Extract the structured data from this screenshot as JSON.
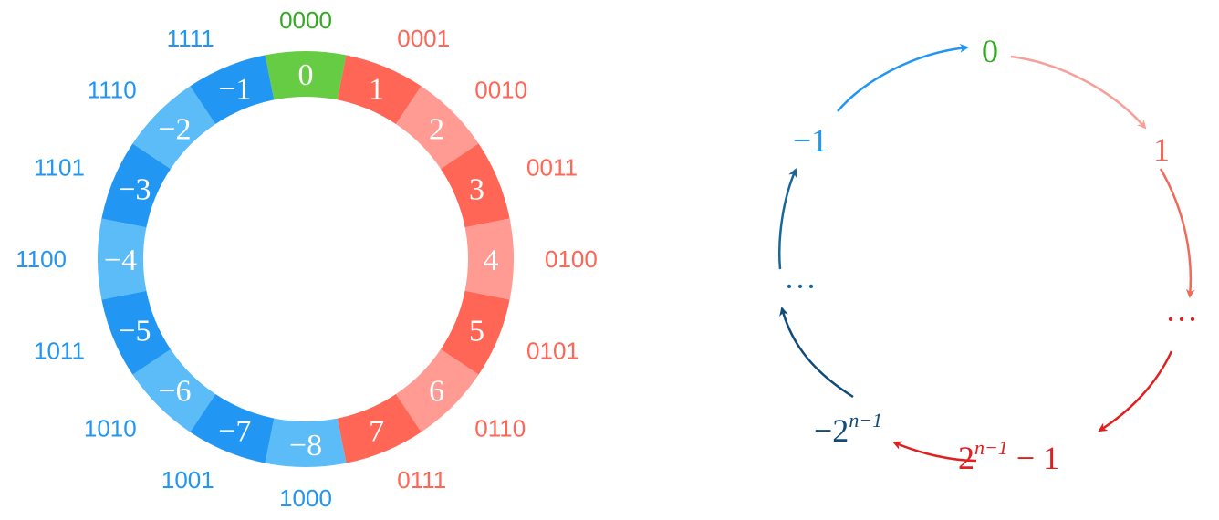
{
  "ring": {
    "segments": [
      {
        "value": "0",
        "binary": "0000",
        "fill": "#66cc44",
        "label_color": "#33aa22"
      },
      {
        "value": "1",
        "binary": "0001",
        "fill": "#ff6655",
        "label_color": "#ff6655"
      },
      {
        "value": "2",
        "binary": "0010",
        "fill": "#ff9b93",
        "label_color": "#ff6655"
      },
      {
        "value": "3",
        "binary": "0011",
        "fill": "#ff6655",
        "label_color": "#ff6655"
      },
      {
        "value": "4",
        "binary": "0100",
        "fill": "#ff9b93",
        "label_color": "#ff6655"
      },
      {
        "value": "5",
        "binary": "0101",
        "fill": "#ff6655",
        "label_color": "#ff6655"
      },
      {
        "value": "6",
        "binary": "0110",
        "fill": "#ff9b93",
        "label_color": "#ff6655"
      },
      {
        "value": "7",
        "binary": "0111",
        "fill": "#ff6655",
        "label_color": "#ff6655"
      },
      {
        "value": "−8",
        "binary": "1000",
        "fill": "#5cbcf7",
        "label_color": "#2196f3"
      },
      {
        "value": "−7",
        "binary": "1001",
        "fill": "#2196f3",
        "label_color": "#2196f3"
      },
      {
        "value": "−6",
        "binary": "1010",
        "fill": "#5cbcf7",
        "label_color": "#2196f3"
      },
      {
        "value": "−5",
        "binary": "1011",
        "fill": "#2196f3",
        "label_color": "#2196f3"
      },
      {
        "value": "−4",
        "binary": "1100",
        "fill": "#5cbcf7",
        "label_color": "#2196f3"
      },
      {
        "value": "−3",
        "binary": "1101",
        "fill": "#2196f3",
        "label_color": "#2196f3"
      },
      {
        "value": "−2",
        "binary": "1110",
        "fill": "#5cbcf7",
        "label_color": "#2196f3"
      },
      {
        "value": "−1",
        "binary": "1111",
        "fill": "#2196f3",
        "label_color": "#2196f3"
      }
    ]
  },
  "cycle": {
    "nodes": {
      "zero": {
        "text": "0",
        "color": "#33aa22"
      },
      "one": {
        "text": "1",
        "color": "#f06a5a"
      },
      "dots_right": {
        "text": "···",
        "color": "#e02020"
      },
      "max_base": {
        "text": "2",
        "sup": "n−1",
        "tail": " − 1",
        "color": "#e02020"
      },
      "min_base": {
        "text": "−2",
        "sup": "n−1",
        "color": "#114b7a"
      },
      "dots_left": {
        "text": "···",
        "color": "#1a6699"
      },
      "minus_one": {
        "text": "−1",
        "color": "#2196f3"
      }
    },
    "arrow_colors": [
      "#f5a09a",
      "#f06a5a",
      "#e02020",
      "#e02020",
      "#114b7a",
      "#1a6699",
      "#2196f3"
    ]
  }
}
